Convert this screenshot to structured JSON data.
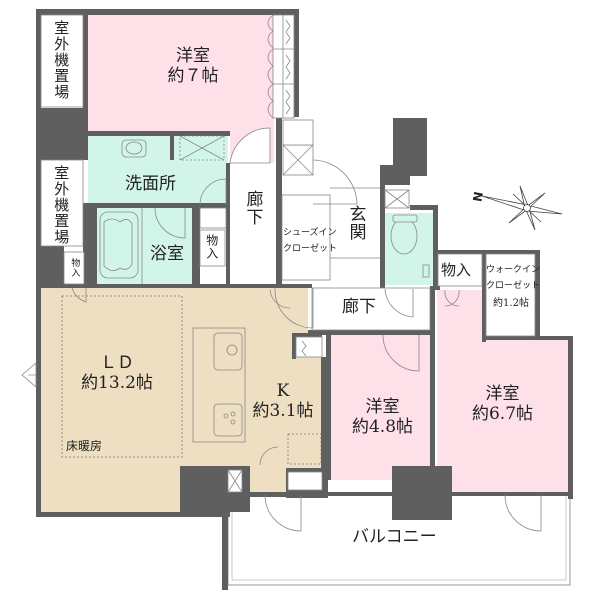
{
  "floor_plan": {
    "colors": {
      "wall": "#5f5f5f",
      "western_room": "#fde0e8",
      "wet_area": "#d2f5ea",
      "living": "#eedfc3",
      "outline": "#888888"
    },
    "rooms": {
      "bedroom_north": {
        "name": "洋室",
        "size": "約７帖"
      },
      "washroom": {
        "name": "洗面所"
      },
      "bathroom": {
        "name": "浴室"
      },
      "hallway_1": {
        "name": "廊下"
      },
      "hallway_2": {
        "name": "廊下"
      },
      "entrance": {
        "name": "玄関"
      },
      "shoes_closet": {
        "line1": "シューズイン",
        "line2": "クローゼット"
      },
      "storage_1": {
        "name": "物入"
      },
      "storage_2": {
        "name": "物入"
      },
      "storage_3": {
        "name": "物入"
      },
      "walk_in_closet": {
        "line1": "ウォークイン",
        "line2": "クローゼット",
        "size": "約1.2帖"
      },
      "ld": {
        "name": "ＬＤ",
        "size": "約13.2帖",
        "note": "床暖房"
      },
      "kitchen": {
        "name": "K",
        "size": "約3.1帖"
      },
      "bedroom_mid": {
        "name": "洋室",
        "size": "約4.8帖"
      },
      "bedroom_east": {
        "name": "洋室",
        "size": "約6.7帖"
      },
      "balcony": {
        "name": "バルコニー"
      },
      "outdoor_unit_1": {
        "name": "室外機置場"
      },
      "outdoor_unit_2": {
        "name": "室外機置場"
      }
    },
    "compass": {
      "label": "N"
    }
  }
}
